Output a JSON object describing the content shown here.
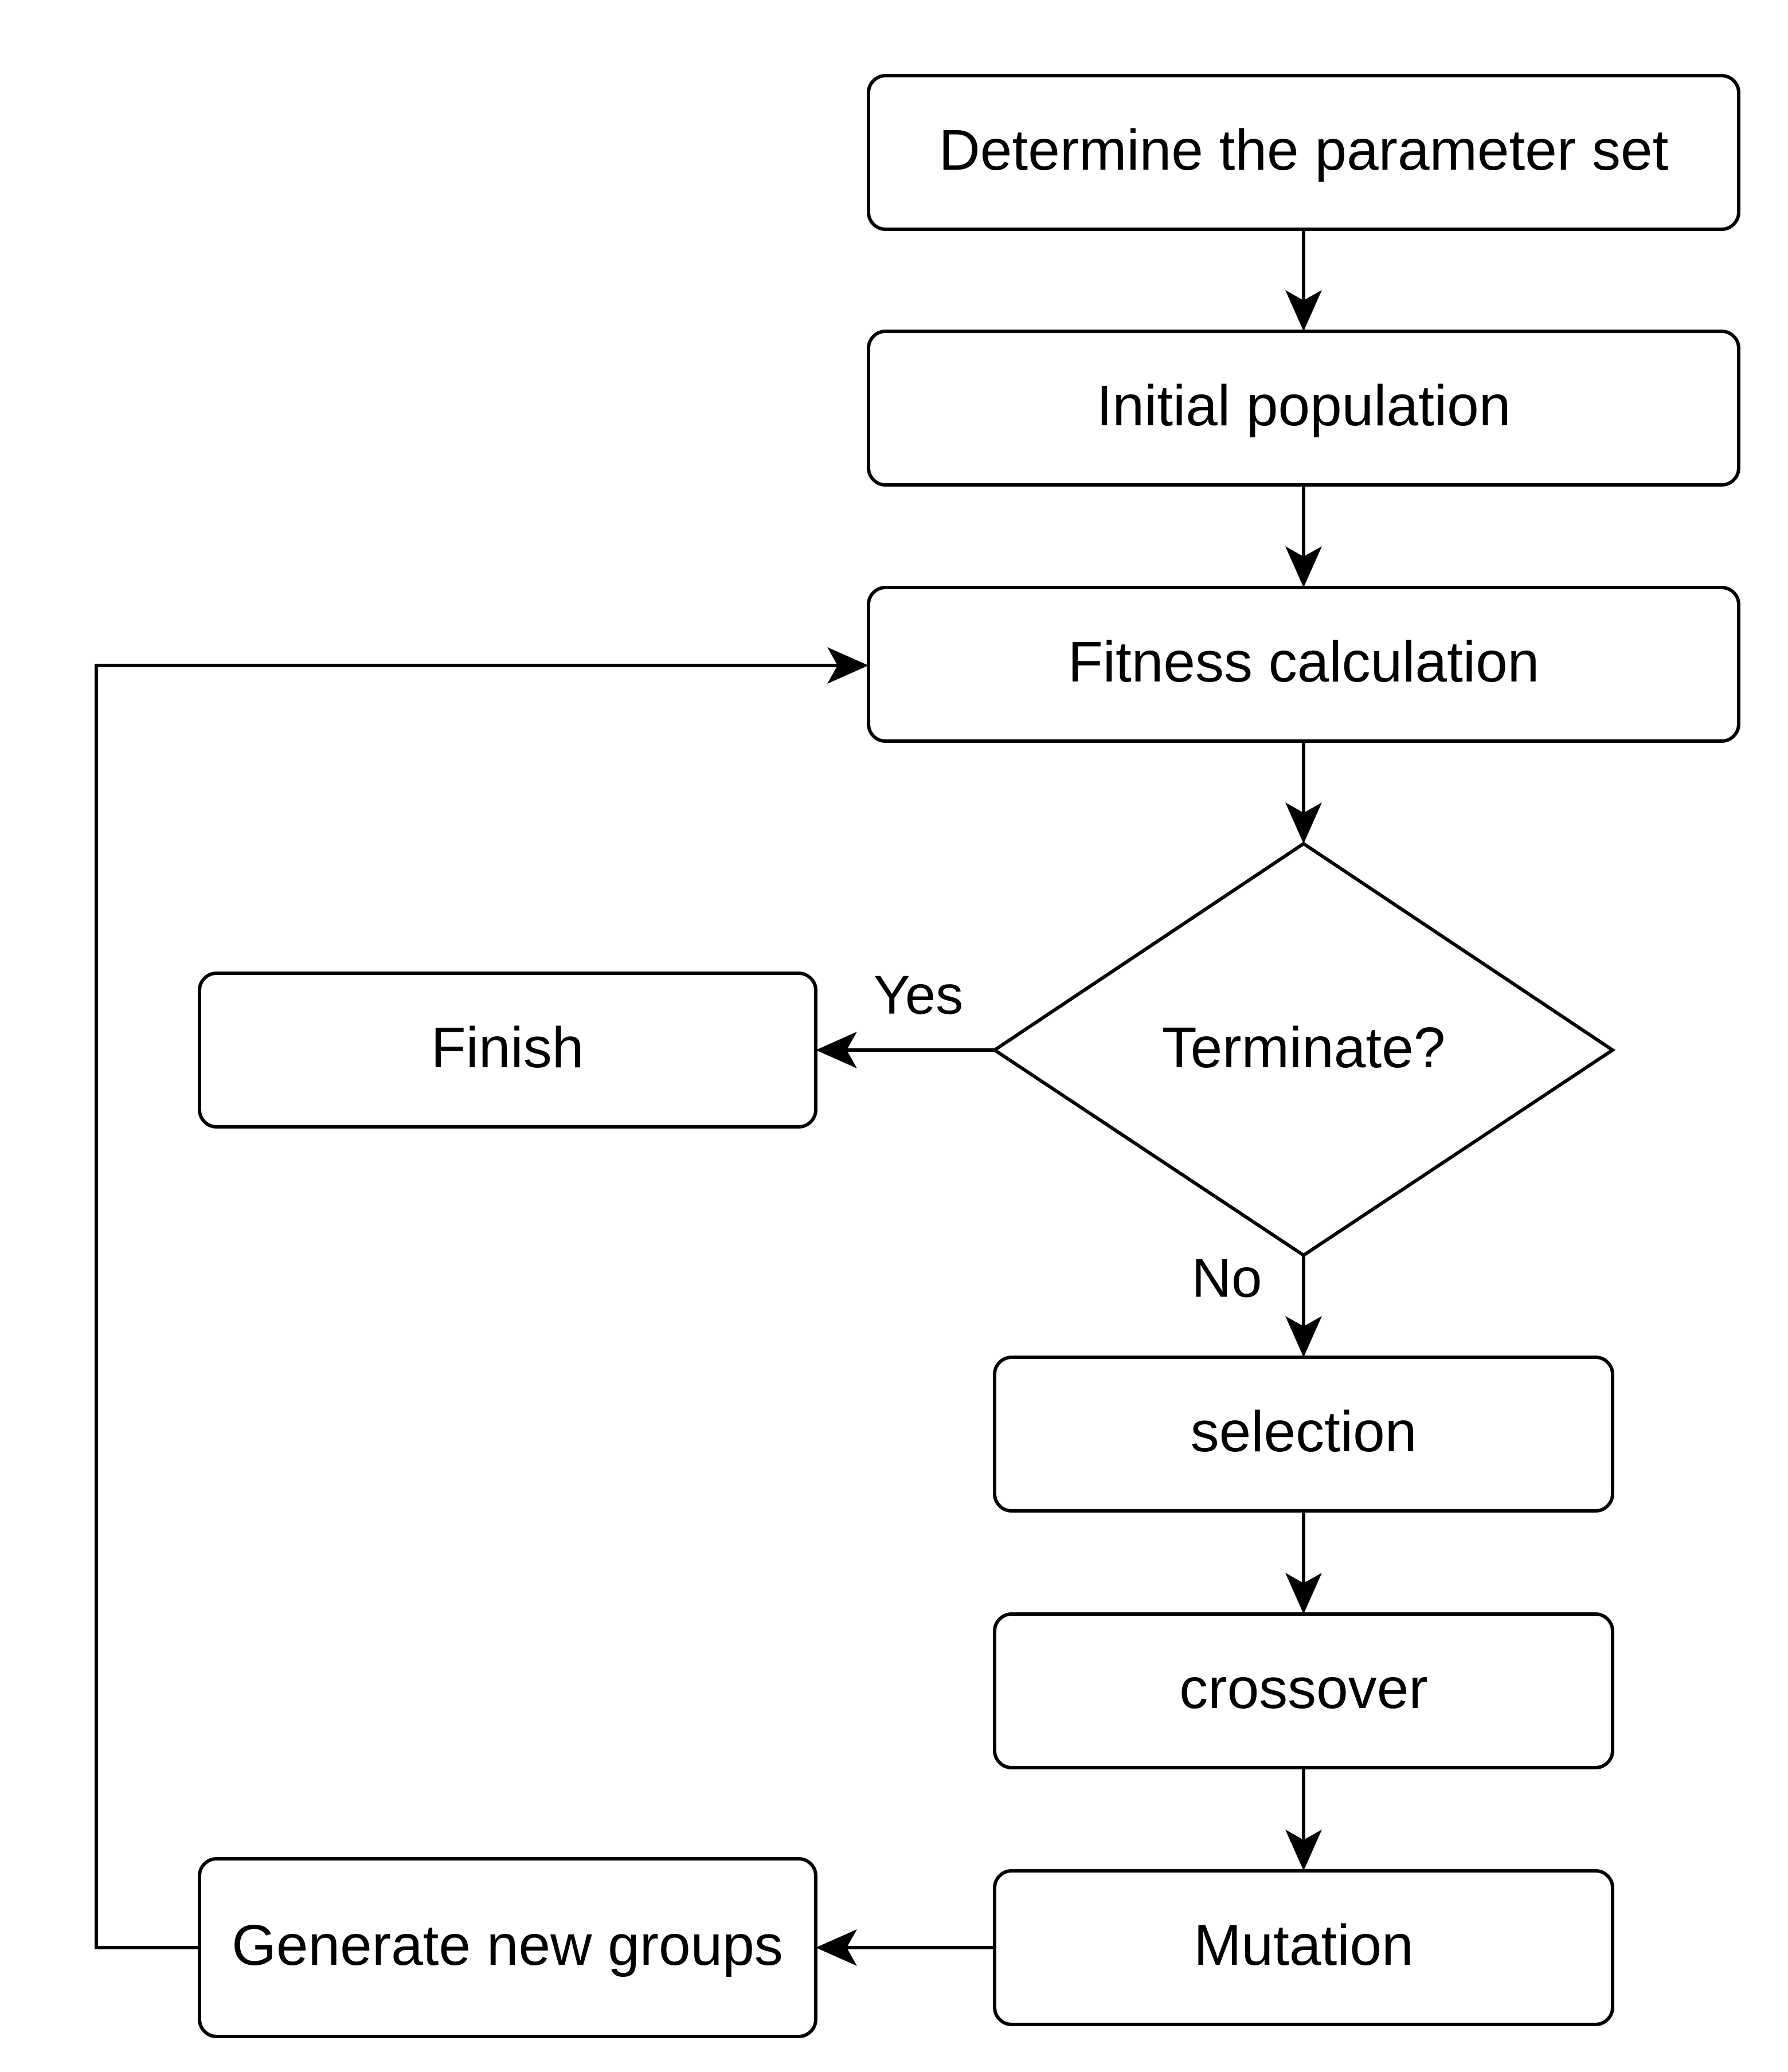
{
  "nodes": {
    "determine": "Determine the parameter set",
    "initial": "Initial population",
    "fitness": "Fitness calculation",
    "terminate": "Terminate?",
    "finish": "Finish",
    "selection": "selection",
    "crossover": "crossover",
    "mutation": "Mutation",
    "generate": "Generate new groups"
  },
  "edge_labels": {
    "yes": "Yes",
    "no": "No"
  },
  "colors": {
    "stroke": "#000000",
    "fill": "#ffffff"
  }
}
